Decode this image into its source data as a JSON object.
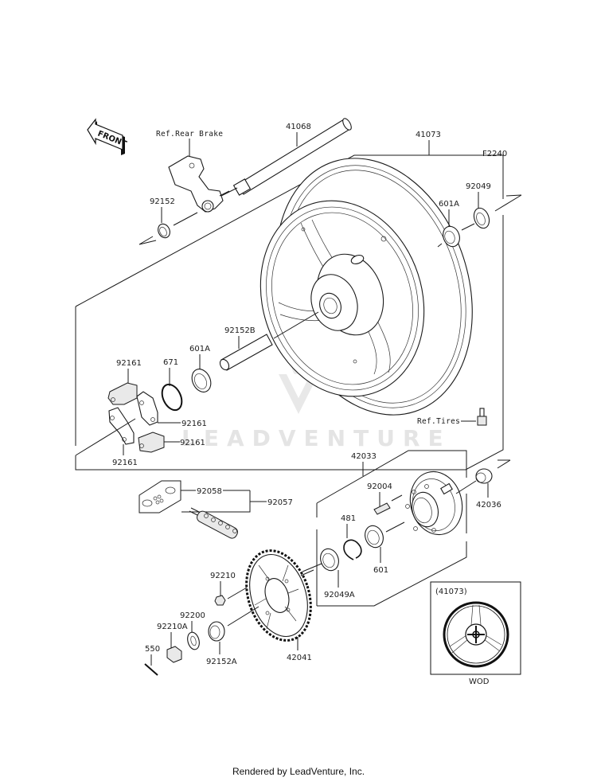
{
  "diagram": {
    "figure_code": "F2240",
    "front_arrow_label": "FRONT",
    "watermark": "LEADVENTURE",
    "references": {
      "rear_brake": "Ref.Rear Brake",
      "tires": "Ref.Tires"
    },
    "parts": {
      "axle": "41068",
      "wheel_assy": "41073",
      "collar_left": "92152",
      "bearing_right": "601A",
      "oil_seal_right": "92049",
      "collar_center": "92152B",
      "bearing_left": "601A",
      "o_ring": "671",
      "damper_top": "92161",
      "damper_mid": "92161",
      "damper_lower": "92161",
      "damper_bottom": "92161",
      "chain_joint": "92058",
      "chain": "92057",
      "sprocket_coupling": "42033",
      "stud": "92004",
      "collar_coupling": "42036",
      "circlip": "481",
      "bearing_coupling": "601",
      "oil_seal_coupling": "92049A",
      "nut_sprocket": "92210",
      "washer": "92200",
      "axle_nut": "92210A",
      "cotter_pin": "550",
      "collar_sprocket": "92152A",
      "sprocket": "42041"
    },
    "inset": {
      "label": "(41073)",
      "caption": "WOD"
    }
  },
  "footer": {
    "text": "Rendered by LeadVenture, Inc."
  }
}
